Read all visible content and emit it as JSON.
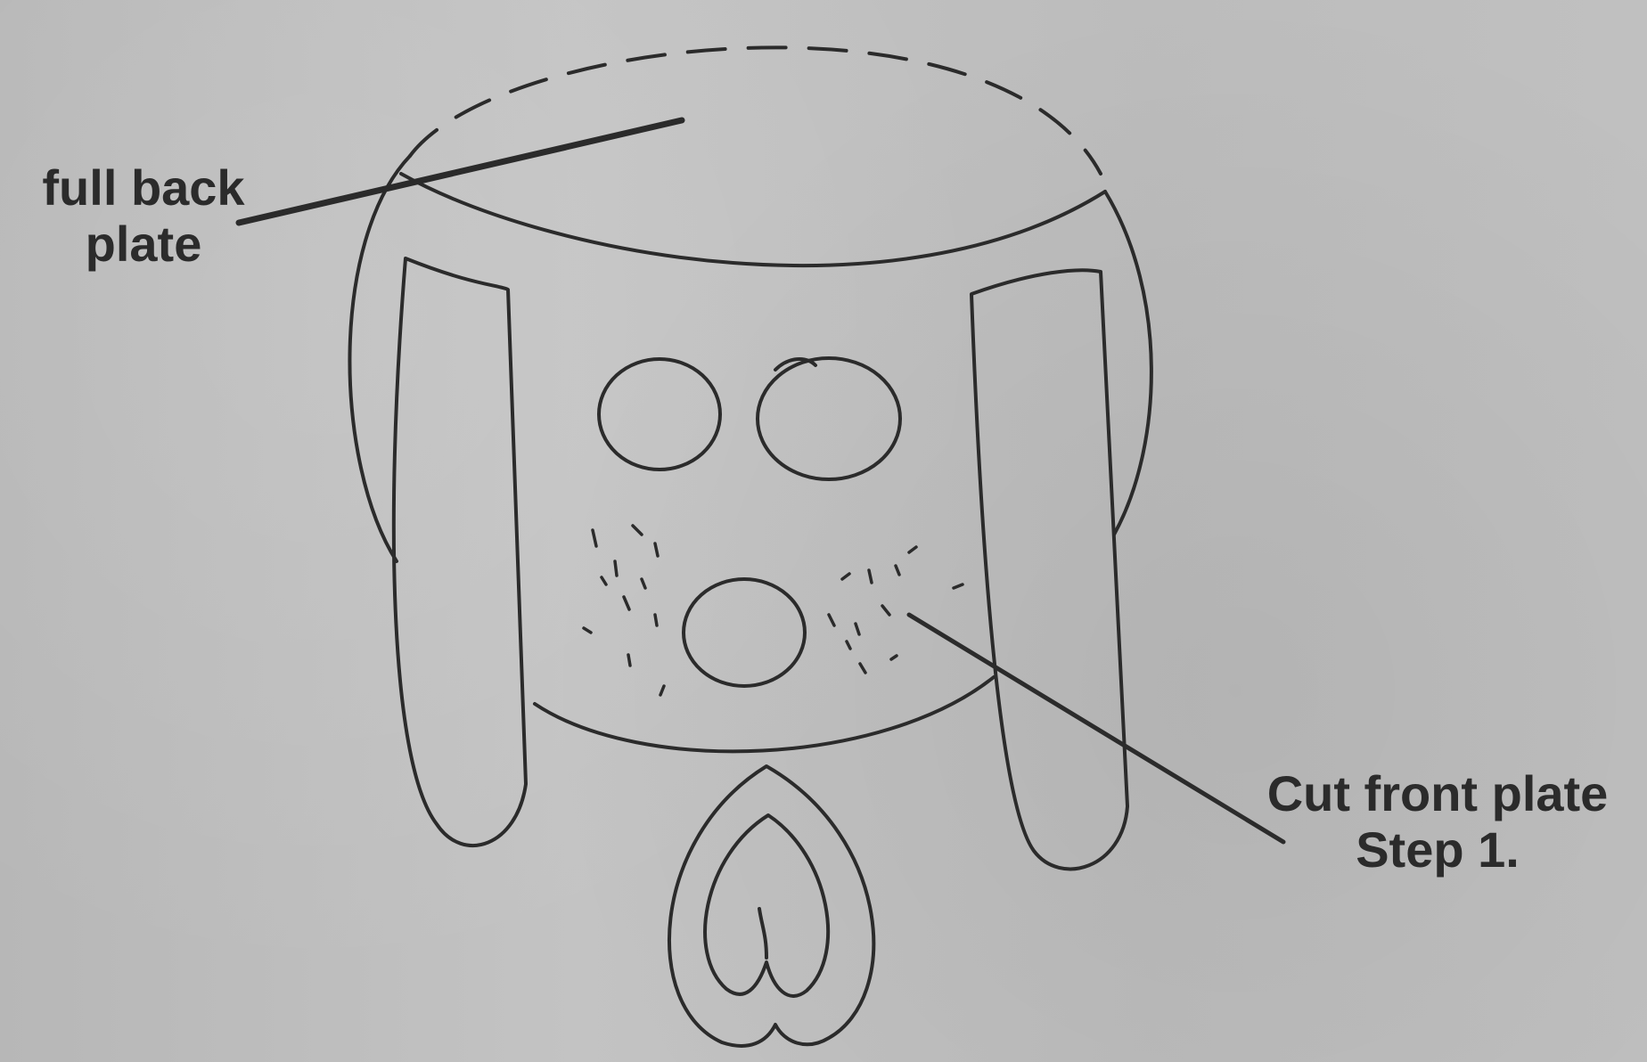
{
  "labels": {
    "back_plate": {
      "line1": "full back",
      "line2": "plate"
    },
    "front_plate": {
      "line1": "Cut front plate",
      "line2": "Step 1."
    }
  },
  "colors": {
    "ink": "#2b2b2b",
    "paper": "#bdbdbd"
  }
}
